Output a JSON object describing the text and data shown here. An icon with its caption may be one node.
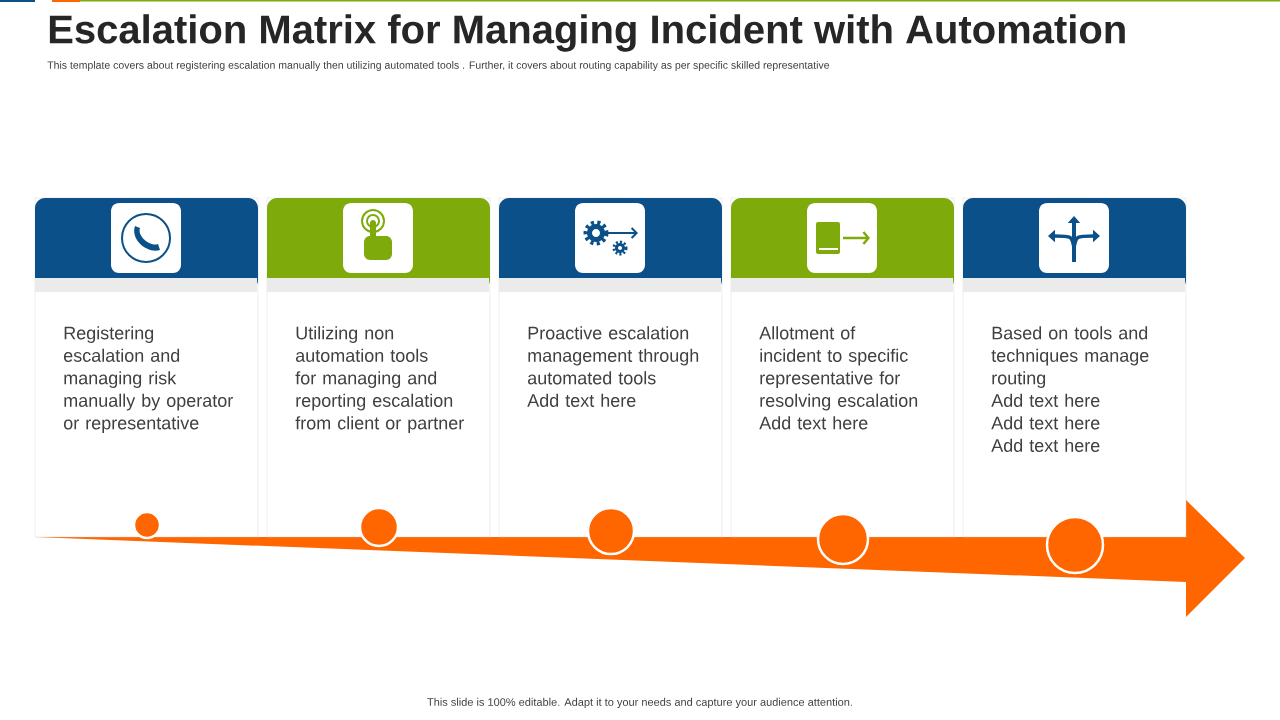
{
  "diagram": {
    "title": "Escalation Matrix for Managing Incident with Automation",
    "nodes": [
      {
        "text": [
          "Registering escalation and managing risk manually by operator or representative"
        ]
      },
      {
        "text": [
          "Utilizing non automation tools for managing and reporting escalation from client or partner"
        ]
      },
      {
        "text": [
          "Proactive escalation management through automated tools",
          "Add text here"
        ]
      },
      {
        "text": [
          "Allotment of incident to specific representative for resolving escalation",
          "Add text here"
        ]
      },
      {
        "text": [
          "Based on tools and techniques manage routing",
          "Add text here",
          "Add text here",
          "Add text here"
        ]
      }
    ],
    "labels": [
      "This template covers about registering escalation manually then utilizing automated tools . Further, it covers about routing capability as per specific skilled representative",
      "This slide is 100% editable. Adapt it to your  needs and capture your audience attention."
    ]
  }
}
